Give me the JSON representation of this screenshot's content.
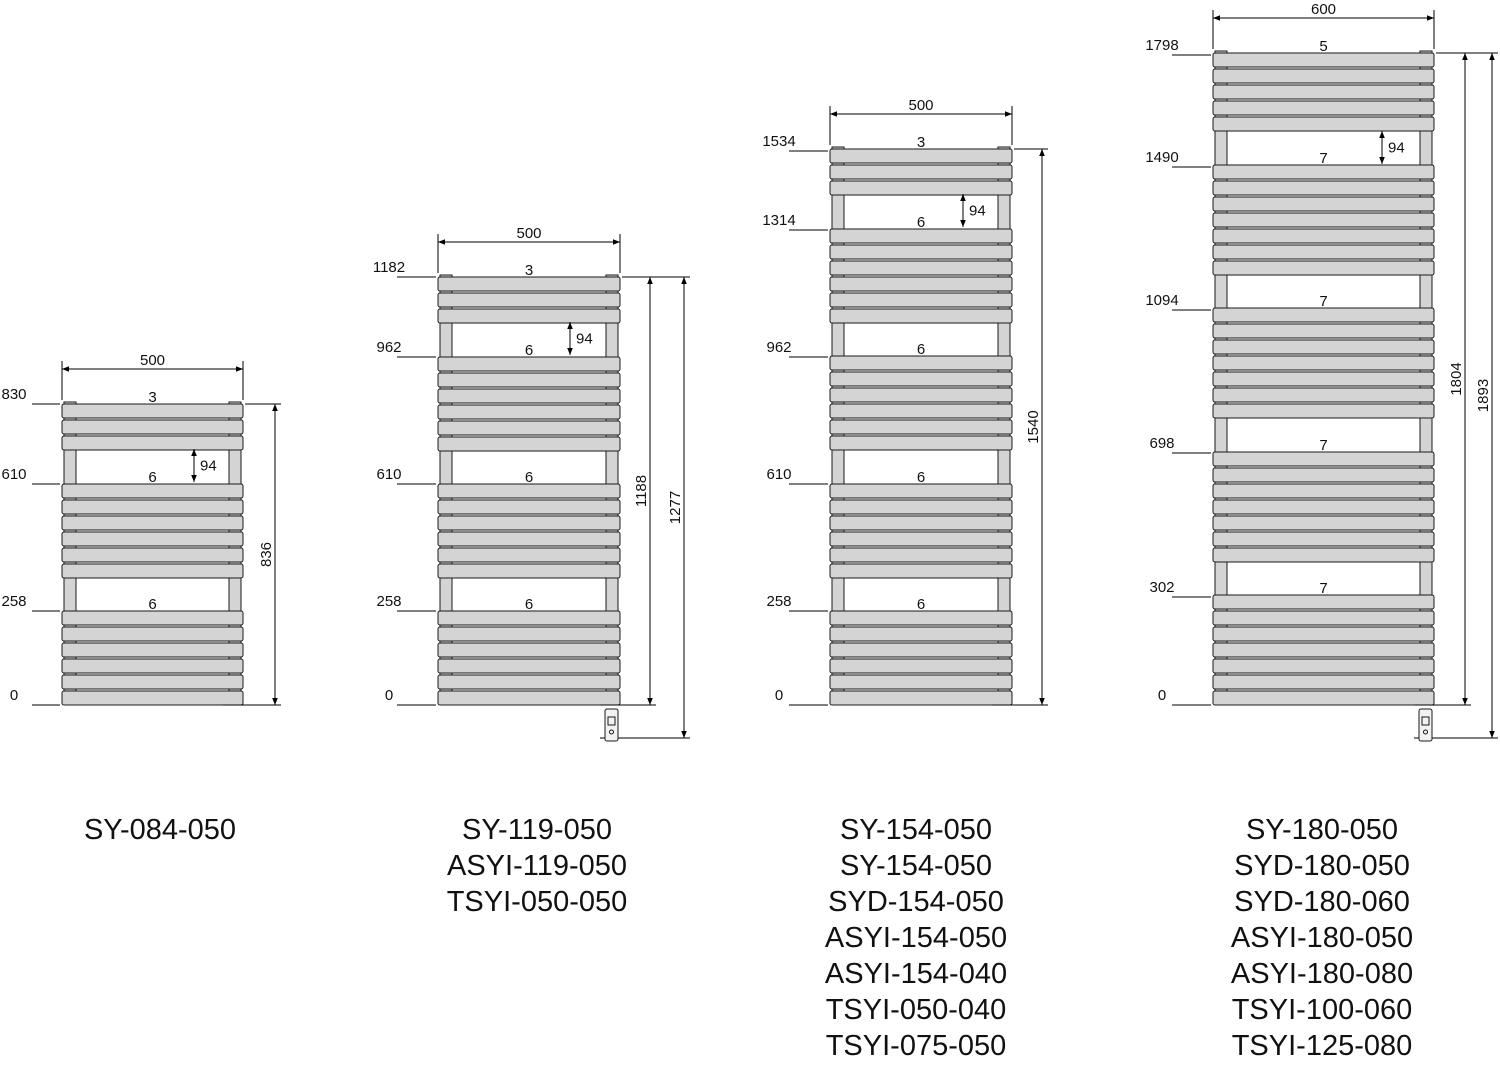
{
  "colors": {
    "bar_fill": "#d4d4d4",
    "bar_stroke": "#1a1a1a",
    "line": "#000000",
    "text": "#111111"
  },
  "icons": {
    "dimension_arrow": "filled-triangle-arrowhead",
    "control_box": "thermostat-box-icon"
  },
  "radiators": [
    {
      "id": "sy-084",
      "width_label": "500",
      "height_labels": [
        "836"
      ],
      "level_labels": [
        "830",
        "610",
        "258",
        "0"
      ],
      "groups": [
        {
          "count": 3,
          "label": "3"
        },
        {
          "count": 6,
          "label": "6"
        },
        {
          "count": 6,
          "label": "6"
        }
      ],
      "gap_label": "94",
      "has_control_box": false,
      "models": [
        "SY-084-050"
      ]
    },
    {
      "id": "sy-119",
      "width_label": "500",
      "height_labels": [
        "1188",
        "1277"
      ],
      "level_labels": [
        "1182",
        "962",
        "610",
        "258",
        "0"
      ],
      "groups": [
        {
          "count": 3,
          "label": "3"
        },
        {
          "count": 6,
          "label": "6"
        },
        {
          "count": 6,
          "label": "6"
        },
        {
          "count": 6,
          "label": "6"
        }
      ],
      "gap_label": "94",
      "has_control_box": true,
      "models": [
        "SY-119-050",
        "ASYI-119-050",
        "TSYI-050-050"
      ]
    },
    {
      "id": "sy-154",
      "width_label": "500",
      "height_labels": [
        "1540"
      ],
      "level_labels": [
        "1534",
        "1314",
        "962",
        "610",
        "258",
        "0"
      ],
      "groups": [
        {
          "count": 3,
          "label": "3"
        },
        {
          "count": 6,
          "label": "6"
        },
        {
          "count": 6,
          "label": "6"
        },
        {
          "count": 6,
          "label": "6"
        },
        {
          "count": 6,
          "label": "6"
        }
      ],
      "gap_label": "94",
      "has_control_box": false,
      "models": [
        "SY-154-050",
        "SY-154-050",
        "SYD-154-050",
        "ASYI-154-050",
        "ASYI-154-040",
        "TSYI-050-040",
        "TSYI-075-050"
      ]
    },
    {
      "id": "sy-180",
      "width_label": "600",
      "height_labels": [
        "1804",
        "1893"
      ],
      "level_labels": [
        "1798",
        "1490",
        "1094",
        "698",
        "302",
        "0"
      ],
      "groups": [
        {
          "count": 5,
          "label": "5"
        },
        {
          "count": 7,
          "label": "7"
        },
        {
          "count": 7,
          "label": "7"
        },
        {
          "count": 7,
          "label": "7"
        },
        {
          "count": 7,
          "label": "7"
        }
      ],
      "gap_label": "94",
      "has_control_box": true,
      "models": [
        "SY-180-050",
        "SYD-180-050",
        "SYD-180-060",
        "ASYI-180-050",
        "ASYI-180-080",
        "TSYI-100-060",
        "TSYI-125-080"
      ]
    }
  ]
}
